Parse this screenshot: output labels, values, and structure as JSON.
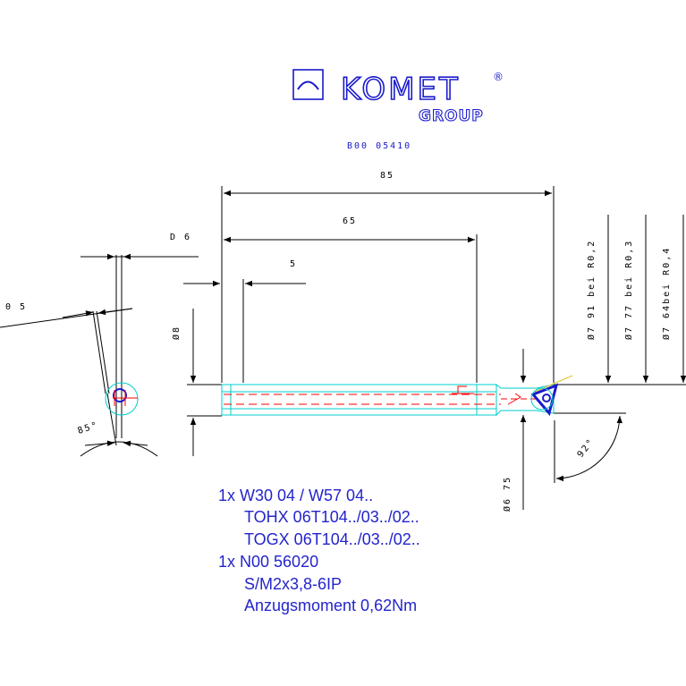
{
  "brand": {
    "name": "KOMET",
    "registered": "®",
    "group": "GROUP"
  },
  "drawing_code": "B00 05410",
  "dimensions": {
    "overall_length": "85",
    "shank_length": "65",
    "chip_length": "5",
    "d6": "D 6",
    "d05": "0 5",
    "d8": "Ø8",
    "d675": "Ø6 75",
    "angle_85": "85°",
    "angle_92": "92°",
    "dia_r02": "Ø7 91 bei R0,2",
    "dia_r03": "Ø7 77 bei R0,3",
    "dia_r04": "Ø7 64bei R0,4"
  },
  "specs": [
    "1x W30 04 / W57 04..",
    "TOHX 06T104../03../02..",
    "TOGX 06T104../03../02..",
    "1x N00 56020",
    "S/M2x3,8-6IP",
    "Anzugsmoment 0,62Nm"
  ],
  "colors": {
    "brand": "#1a1acc",
    "outline": "#00cccc",
    "centerline": "#ff0000",
    "dimension": "#000000",
    "spec_text": "#2424cc"
  }
}
